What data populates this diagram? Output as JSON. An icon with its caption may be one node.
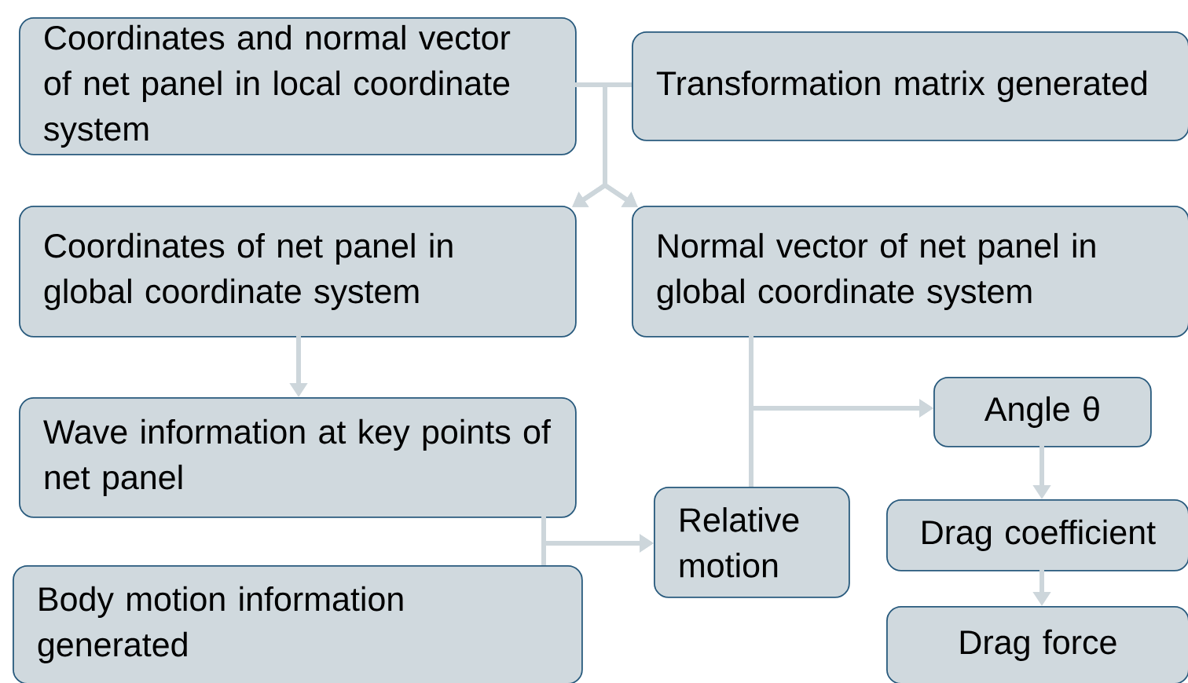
{
  "diagram": {
    "nodes": [
      {
        "text": [
          "Coordinates and normal vector of net panel in local coordinate system"
        ]
      },
      {
        "text": [
          "Transformation matrix generated"
        ]
      },
      {
        "text": [
          "Coordinates of net panel in global coordinate system"
        ]
      },
      {
        "text": [
          "Normal vector of net panel in global coordinate system"
        ]
      },
      {
        "text": [
          "Wave information at key points of net panel"
        ]
      },
      {
        "text": [
          "Relative motion"
        ]
      },
      {
        "text": [
          "Angle θ"
        ]
      },
      {
        "text": [
          "Drag coefficient"
        ]
      },
      {
        "text": [
          "Drag force"
        ]
      },
      {
        "text": [
          "Body motion information generated"
        ]
      }
    ],
    "edges": [
      {
        "from": 0,
        "to": 2,
        "arrow": "to"
      },
      {
        "from": 0,
        "to": 3,
        "arrow": "to"
      },
      {
        "from": 1,
        "to": 2,
        "arrow": "to"
      },
      {
        "from": 1,
        "to": 3,
        "arrow": "to"
      },
      {
        "from": 2,
        "to": 4,
        "arrow": "to"
      },
      {
        "from": 4,
        "to": 5,
        "arrow": "to"
      },
      {
        "from": 9,
        "to": 5,
        "arrow": "to"
      },
      {
        "from": 3,
        "to": 6,
        "arrow": "to"
      },
      {
        "from": 5,
        "to": 6,
        "arrow": "to"
      },
      {
        "from": 6,
        "to": 7,
        "arrow": "to"
      },
      {
        "from": 7,
        "to": 8,
        "arrow": "to"
      }
    ]
  }
}
